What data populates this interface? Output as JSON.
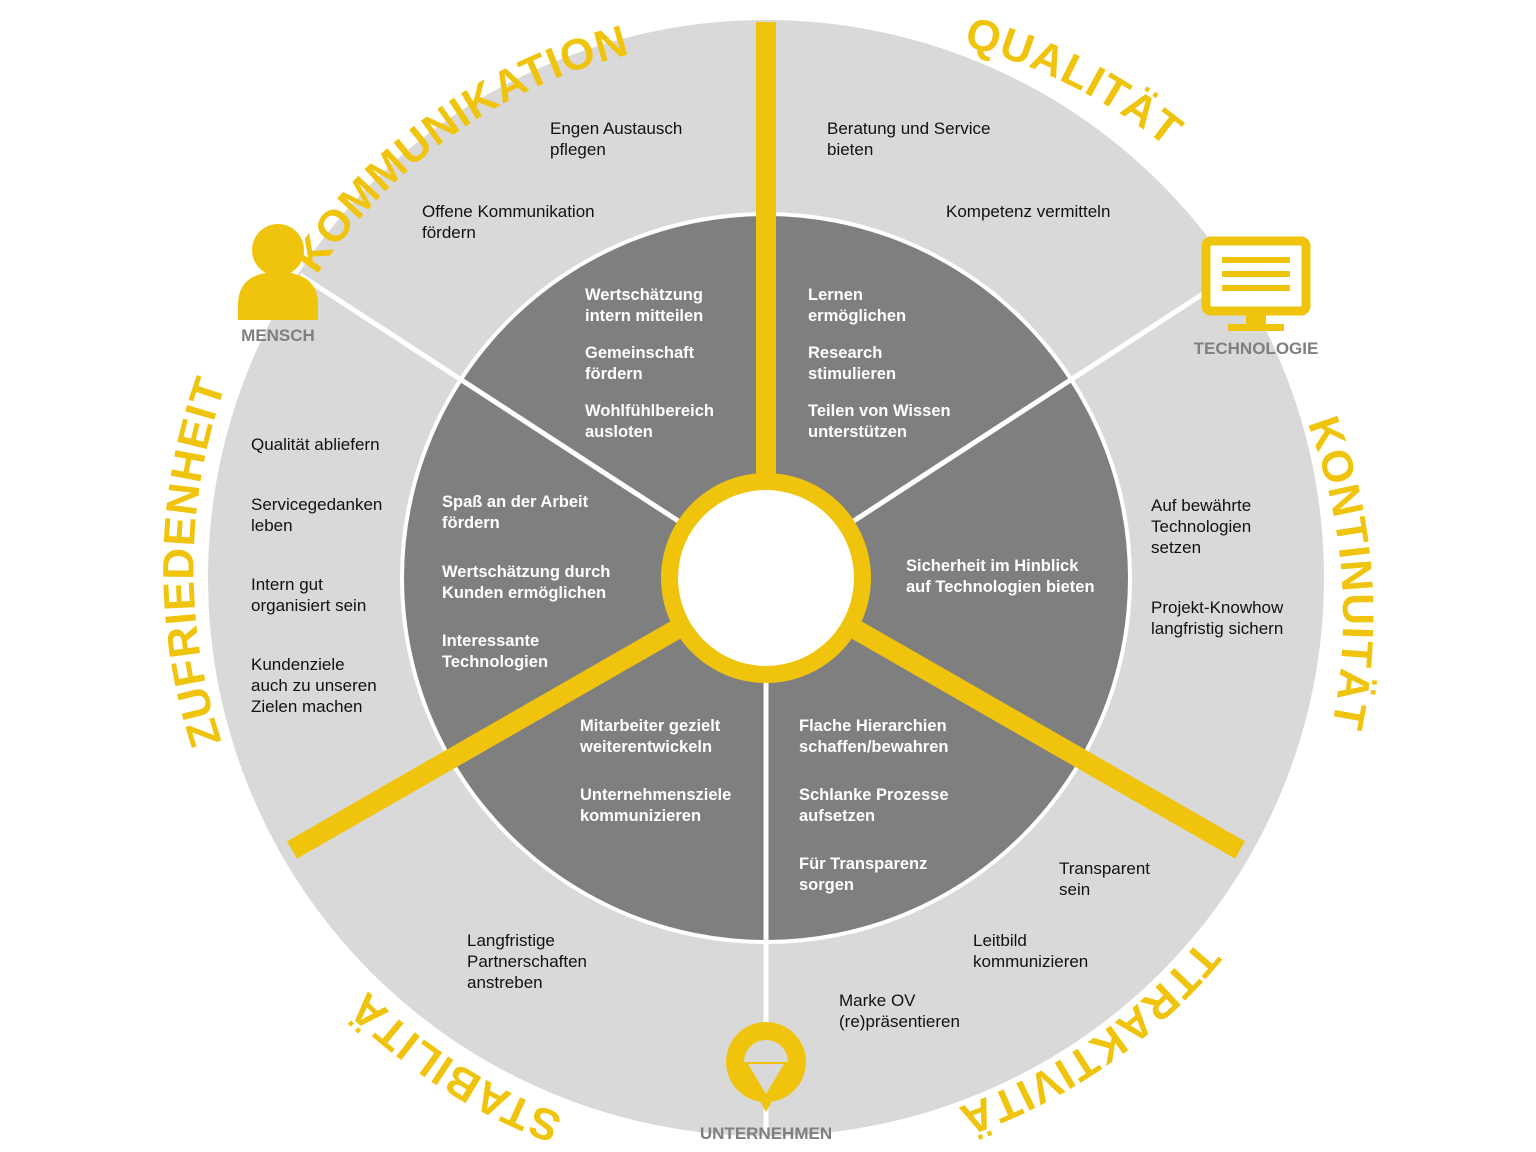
{
  "colors": {
    "accent": "#f0c40d",
    "outer_ring": "#d9d9d9",
    "inner_ring": "#7f7f7f",
    "separator": "#ffffff",
    "icon_label": "#7f7f7f"
  },
  "categories": {
    "kommunikation": "KOMMUNIKATION",
    "qualitaet": "QUALITÄT",
    "kontinuitaet": "KONTINUITÄT",
    "attraktivitaet": "ATTRAKTIVITÄT",
    "stabilitaet": "STABILITÄT",
    "zufriedenheit": "ZUFRIEDENHEIT"
  },
  "icons": {
    "mensch": {
      "icon": "person-icon",
      "label": "MENSCH"
    },
    "technologie": {
      "icon": "monitor-icon",
      "label": "TECHNOLOGIE"
    },
    "unternehmen": {
      "icon": "company-logo-icon",
      "label": "UNTERNEHMEN"
    }
  },
  "outer": {
    "kommunikation": [
      [
        "Engen Austausch",
        "pflegen"
      ],
      [
        "Offene Kommunikation",
        "fördern"
      ]
    ],
    "qualitaet": [
      [
        "Beratung und Service",
        "bieten"
      ],
      [
        "Kompetenz vermitteln"
      ]
    ],
    "kontinuitaet": [
      [
        "Auf bewährte",
        "Technologien",
        "setzen"
      ],
      [
        "Projekt-Knowhow",
        "langfristig sichern"
      ]
    ],
    "attraktivitaet": [
      [
        "Transparent",
        "sein"
      ],
      [
        "Leitbild",
        "kommunizieren"
      ],
      [
        "Marke OV",
        "(re)präsentieren"
      ]
    ],
    "stabilitaet": [
      [
        "Langfristige",
        "Partnerschaften",
        "anstreben"
      ]
    ],
    "zufriedenheit": [
      [
        "Qualität abliefern"
      ],
      [
        "Servicegedanken",
        "leben"
      ],
      [
        "Intern gut",
        "organisiert sein"
      ],
      [
        "Kundenziele",
        "auch zu unseren",
        "Zielen machen"
      ]
    ]
  },
  "inner": {
    "top_left": [
      [
        "Wertschätzung",
        "intern mitteilen"
      ],
      [
        "Gemeinschaft",
        "fördern"
      ],
      [
        "Wohlfühlbereich",
        "ausloten"
      ]
    ],
    "top_right": [
      [
        "Lernen",
        "ermöglichen"
      ],
      [
        "Research",
        "stimulieren"
      ],
      [
        "Teilen von Wissen",
        "unterstützen"
      ]
    ],
    "right": [
      [
        "Sicherheit im Hinblick",
        "auf Technologien bieten"
      ]
    ],
    "bottom_right": [
      [
        "Flache Hierarchien",
        "schaffen/bewahren"
      ],
      [
        "Schlanke Prozesse",
        "aufsetzen"
      ],
      [
        "Für Transparenz",
        "sorgen"
      ]
    ],
    "bottom_left": [
      [
        "Mitarbeiter gezielt",
        "weiterentwickeln"
      ],
      [
        "Unternehmensziele",
        "kommunizieren"
      ]
    ],
    "left": [
      [
        "Spaß an der Arbeit",
        "fördern"
      ],
      [
        "Wertschätzung durch",
        "Kunden ermöglichen"
      ],
      [
        "Interessante",
        "Technologien"
      ]
    ]
  }
}
